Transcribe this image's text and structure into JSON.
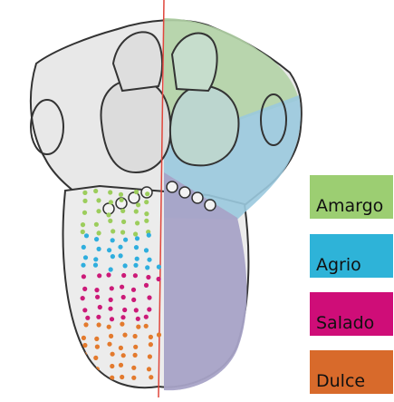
{
  "legend": [
    {
      "label": "Amargo",
      "color": "#9cce72"
    },
    {
      "label": "Agrio",
      "color": "#2eb3d8"
    },
    {
      "label": "Salado",
      "color": "#cf0d78"
    },
    {
      "label": "Dulce",
      "color": "#d86a2b"
    }
  ],
  "regions": {
    "bitter_fill": "#b2d3a6",
    "sour_fill": "#9ac9de",
    "base_fill": "#a8a3c7",
    "midline_color": "#e0463c"
  },
  "dots": {
    "bitter": "#9ccd5c",
    "sour": "#2faede",
    "salty": "#cc1a78",
    "sweet": "#e37a2d"
  }
}
